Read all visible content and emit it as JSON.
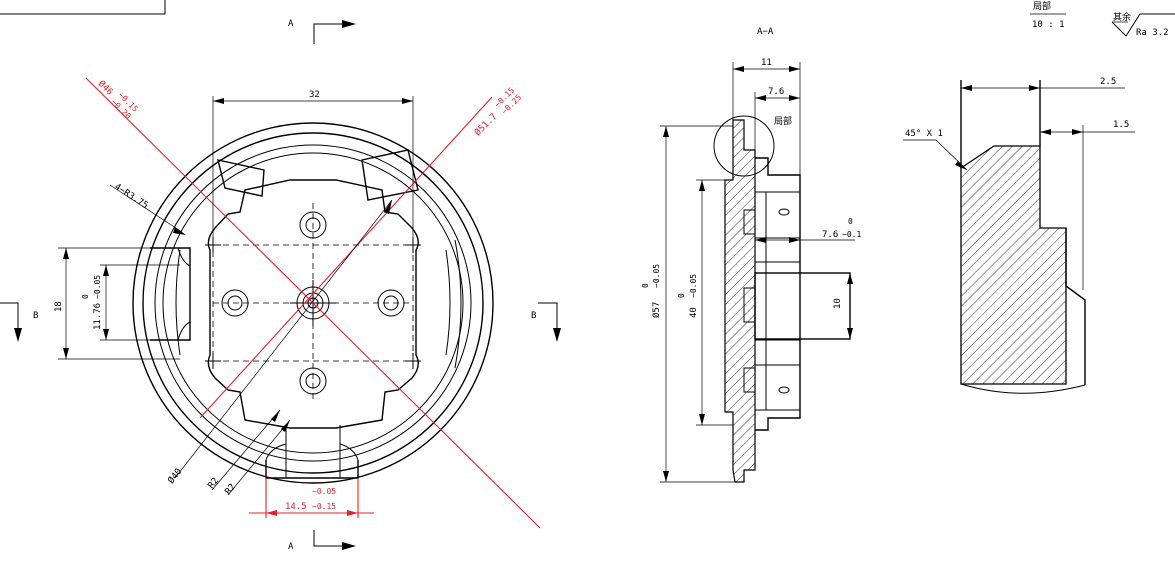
{
  "section_marks": {
    "a_top": "A",
    "a_bottom": "A",
    "b_left": "B",
    "b_right": "B"
  },
  "front_view": {
    "dim_32": "32",
    "dim_phi46_sym": "Ø46",
    "dim_phi46_upper": "−0.15",
    "dim_phi46_lower": "−0.20",
    "dim_phi51_sym": "Ø51.7",
    "dim_phi51_upper": "−0.15",
    "dim_phi51_lower": "−0.25",
    "dim_r375": "4−R3.75",
    "dim_18": "18",
    "dim_1176_base": "11.76",
    "dim_1176_upper": "0",
    "dim_1176_lower": "−0.05",
    "dim_phi40": "Ø40",
    "dim_r2_a": "R2",
    "dim_r2_b": "R2",
    "dim_145_base": "14.5",
    "dim_145_upper": "−0.05",
    "dim_145_lower": "−0.15"
  },
  "section_view": {
    "title": "A−A",
    "dim_11": "11",
    "dim_76_top": "7.6",
    "detail_label": "局部",
    "dim_76_mid_base": "7.6",
    "dim_76_mid_upper": "0",
    "dim_76_mid_lower": "−0.1",
    "dim_10": "10",
    "dim_phi57_base": "Ø57",
    "dim_phi57_upper": "0",
    "dim_phi57_lower": "−0.05",
    "dim_40_base": "40",
    "dim_40_upper": "0",
    "dim_40_lower": "−0.05"
  },
  "detail_view": {
    "header_label": "局部",
    "scale": "10 : 1",
    "rest_label": "其余",
    "roughness": "Ra 3.2",
    "dim_25": "2.5",
    "dim_15": "1.5",
    "chamfer": "45° X 1"
  }
}
